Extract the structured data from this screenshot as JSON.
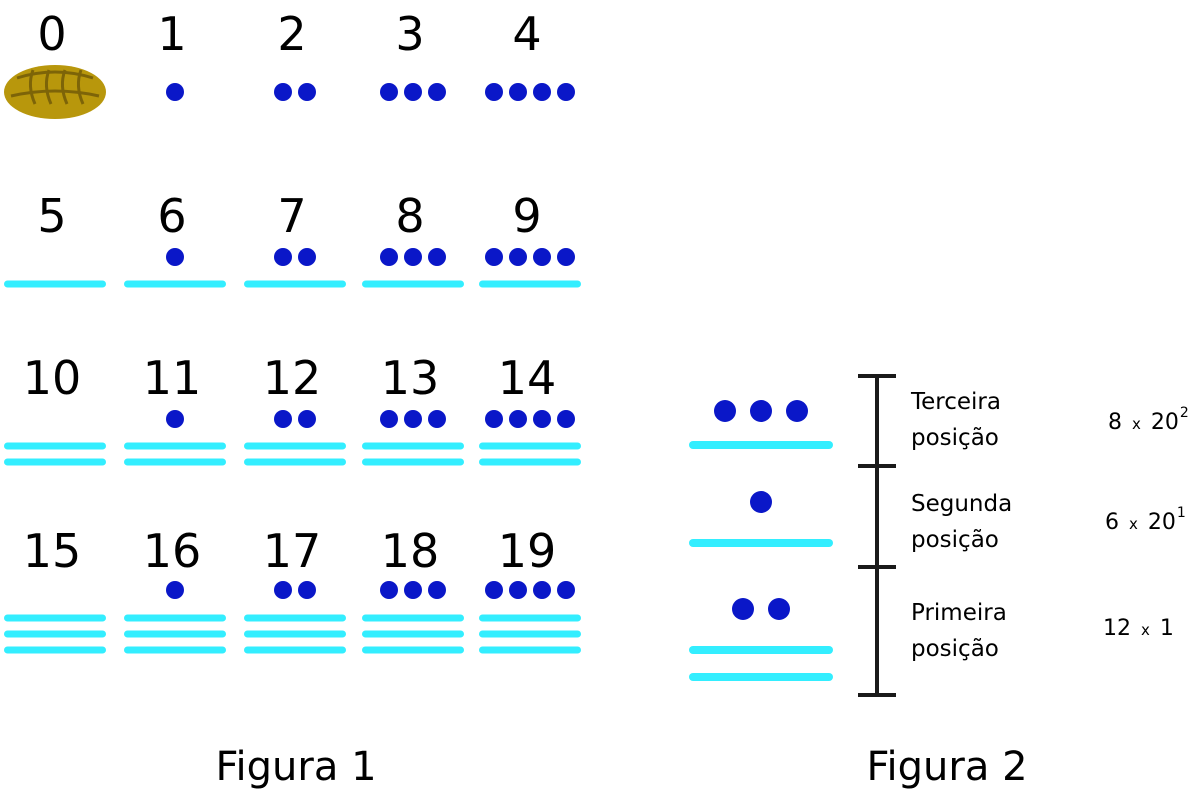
{
  "colors": {
    "dot": "#0a17c8",
    "bar": "#33eeff",
    "shell": "#b8970c",
    "shell_line": "#7d6408",
    "ruler": "#1a1a1a"
  },
  "figura1": {
    "caption": "Figura 1",
    "zero_symbol": "shell-icon",
    "numerals": [
      {
        "label": "0",
        "value": 0,
        "dots": 0,
        "bars": 0
      },
      {
        "label": "1",
        "value": 1,
        "dots": 1,
        "bars": 0
      },
      {
        "label": "2",
        "value": 2,
        "dots": 2,
        "bars": 0
      },
      {
        "label": "3",
        "value": 3,
        "dots": 3,
        "bars": 0
      },
      {
        "label": "4",
        "value": 4,
        "dots": 4,
        "bars": 0
      },
      {
        "label": "5",
        "value": 5,
        "dots": 0,
        "bars": 1
      },
      {
        "label": "6",
        "value": 6,
        "dots": 1,
        "bars": 1
      },
      {
        "label": "7",
        "value": 7,
        "dots": 2,
        "bars": 1
      },
      {
        "label": "8",
        "value": 8,
        "dots": 3,
        "bars": 1
      },
      {
        "label": "9",
        "value": 9,
        "dots": 4,
        "bars": 1
      },
      {
        "label": "10",
        "value": 10,
        "dots": 0,
        "bars": 2
      },
      {
        "label": "11",
        "value": 11,
        "dots": 1,
        "bars": 2
      },
      {
        "label": "12",
        "value": 12,
        "dots": 2,
        "bars": 2
      },
      {
        "label": "13",
        "value": 13,
        "dots": 3,
        "bars": 2
      },
      {
        "label": "14",
        "value": 14,
        "dots": 4,
        "bars": 2
      },
      {
        "label": "15",
        "value": 15,
        "dots": 0,
        "bars": 3
      },
      {
        "label": "16",
        "value": 16,
        "dots": 1,
        "bars": 3
      },
      {
        "label": "17",
        "value": 17,
        "dots": 2,
        "bars": 3
      },
      {
        "label": "18",
        "value": 18,
        "dots": 3,
        "bars": 3
      },
      {
        "label": "19",
        "value": 19,
        "dots": 4,
        "bars": 3
      }
    ]
  },
  "figura2": {
    "caption": "Figura 2",
    "positions": [
      {
        "line1": "Terceira",
        "line2": "posição",
        "digit": "8",
        "times": "x",
        "base": "20",
        "exponent": "2",
        "dots": 3,
        "bars": 1
      },
      {
        "line1": "Segunda",
        "line2": "posição",
        "digit": "6",
        "times": "x",
        "base": "20",
        "exponent": "1",
        "dots": 1,
        "bars": 1
      },
      {
        "line1": "Primeira",
        "line2": "posição",
        "digit": "12",
        "times": "x",
        "base": "1",
        "exponent": "",
        "dots": 2,
        "bars": 2
      }
    ]
  }
}
